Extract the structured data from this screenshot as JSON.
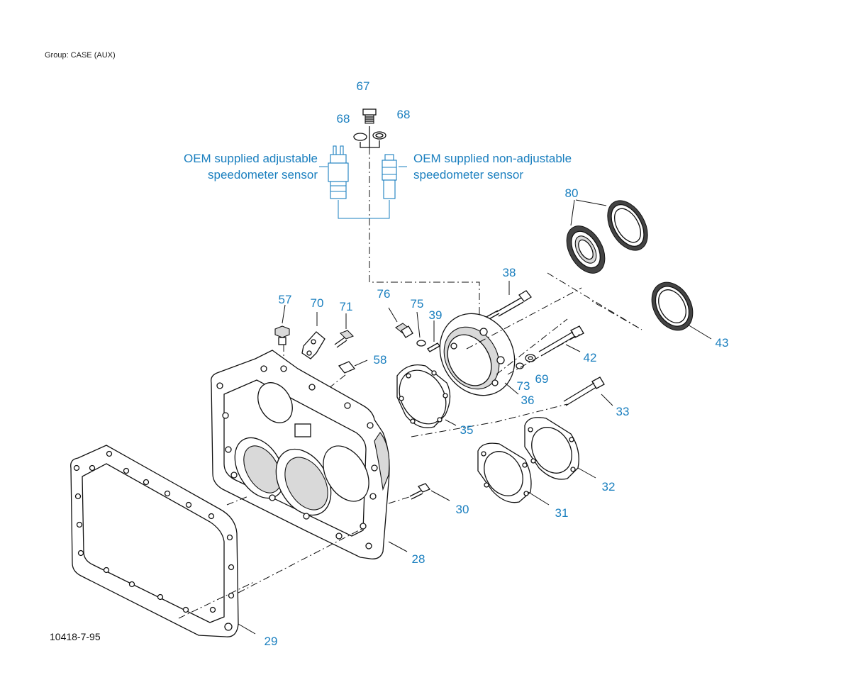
{
  "group_label": "Group: CASE (AUX)",
  "figure_id": "10418-7-95",
  "sensors": {
    "adjustable_line1": "OEM supplied adjustable",
    "adjustable_line2": "speedometer sensor",
    "non_adjustable_line1": "OEM supplied non-adjustable",
    "non_adjustable_line2": "speedometer sensor"
  },
  "parts": {
    "p67": "67",
    "p68_left": "68",
    "p68_right": "68",
    "p80": "80",
    "p43": "43",
    "p38": "38",
    "p57": "57",
    "p70": "70",
    "p71": "71",
    "p76": "76",
    "p75": "75",
    "p39": "39",
    "p42": "42",
    "p58": "58",
    "p73": "73",
    "p69": "69",
    "p36": "36",
    "p33": "33",
    "p35": "35",
    "p32": "32",
    "p30": "30",
    "p31": "31",
    "p28": "28",
    "p29": "29"
  },
  "colors": {
    "label_blue": "#1a7fbf",
    "line_black": "#111111"
  }
}
